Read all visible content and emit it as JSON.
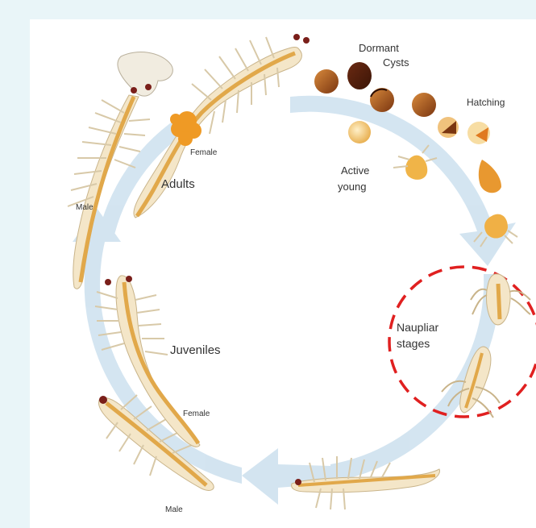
{
  "labels": {
    "dormant": "Dormant",
    "cysts": "Cysts",
    "hatching": "Hatching",
    "active": "Active",
    "young": "young",
    "nauplius": "Naupliar",
    "stages": "stages",
    "juveniles": "Juveniles",
    "adults": "Adults",
    "female_adult": "Female",
    "male_adult": "Male",
    "female_juvenile": "Female",
    "male_juvenile": "Male"
  },
  "colors": {
    "arrow": "#cfe2ef",
    "highlight": "#e02020",
    "body": "#f4e6c8",
    "gut": "#e1a84a",
    "egg_sac": "#ef9a25",
    "eye": "#7a1f1a",
    "cyst_dark": "#5c2410",
    "cyst_light": "#b5651d"
  }
}
